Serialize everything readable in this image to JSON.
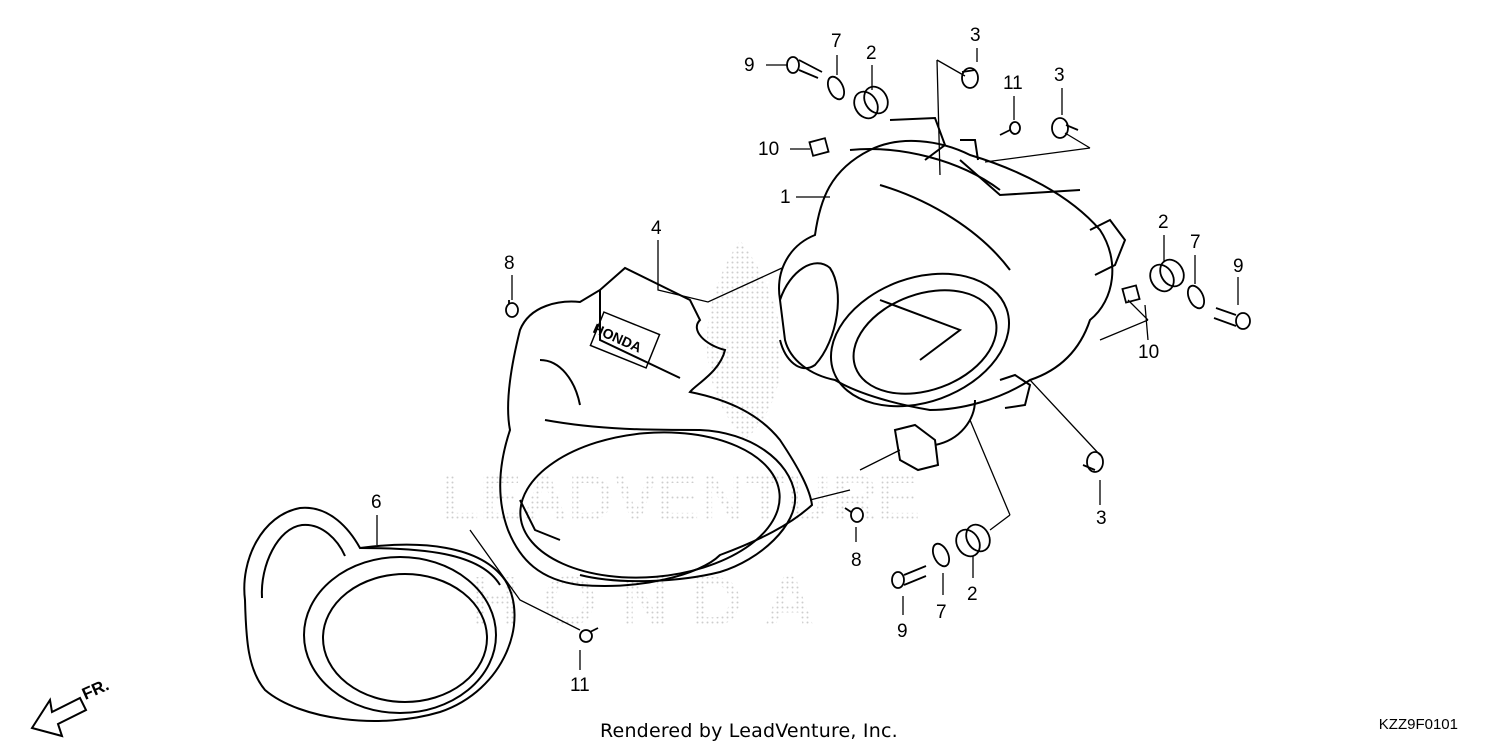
{
  "diagram": {
    "watermark_brand": "HONDA",
    "watermark_text": "LEADVENTURE",
    "embossed_logo": "HONDA",
    "direction_label": "FR.",
    "credit": "Rendered by LeadVenture, Inc.",
    "code": "KZZ9F0101",
    "callouts": {
      "c1": "1",
      "c2a": "2",
      "c2b": "2",
      "c2c": "2",
      "c3a": "3",
      "c3b": "3",
      "c3c": "3",
      "c4": "4",
      "c6": "6",
      "c7a": "7",
      "c7b": "7",
      "c7c": "7",
      "c8a": "8",
      "c8b": "8",
      "c9a": "9",
      "c9b": "9",
      "c9c": "9",
      "c10a": "10",
      "c10b": "10",
      "c11a": "11",
      "c11b": "11"
    }
  }
}
